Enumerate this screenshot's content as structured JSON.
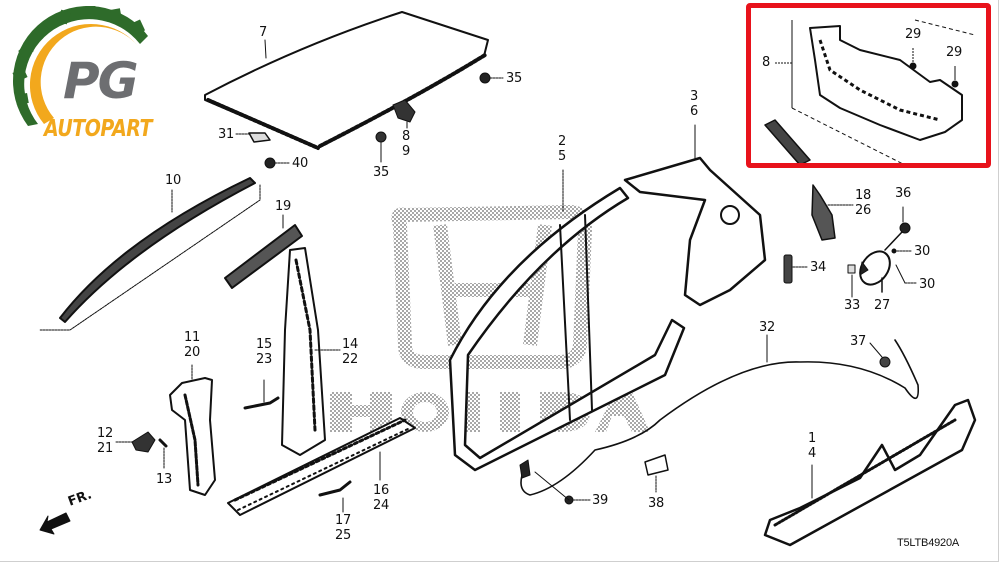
{
  "logo": {
    "brand": "PG",
    "subtitle": "AUTOPART",
    "colors": {
      "gear": "#2e6b2a",
      "swoosh": "#f2a81d",
      "letters": "#6d6e71"
    }
  },
  "watermark": {
    "text": "HONDA",
    "icon": "honda-h-logo"
  },
  "highlight": {
    "color": "#e8121b",
    "target_part": "8"
  },
  "callouts": {
    "p7": "7",
    "p35a": "35",
    "p31": "31",
    "p40": "40",
    "p8_9": "8\n9",
    "p35b": "35",
    "p10": "10",
    "p19": "19",
    "p2_5": "2\n5",
    "p3_6": "3\n6",
    "p8box": "8",
    "p29a": "29",
    "p29b": "29",
    "p18_26": "18\n26",
    "p36": "36",
    "p30a": "30",
    "p30b": "30",
    "p34": "34",
    "p33": "33",
    "p27": "27",
    "p11_20": "11\n20",
    "p15_23": "15\n23",
    "p14_22": "14\n22",
    "p12_21": "12\n21",
    "p13": "13",
    "p16_24": "16\n24",
    "p17_25": "17\n25",
    "p32": "32",
    "p37": "37",
    "p1_4": "1\n4",
    "p39": "39",
    "p38": "38"
  },
  "direction": {
    "label": "FR.",
    "icon": "front-arrow-icon"
  },
  "diagram_code": "T5LTB4920A"
}
